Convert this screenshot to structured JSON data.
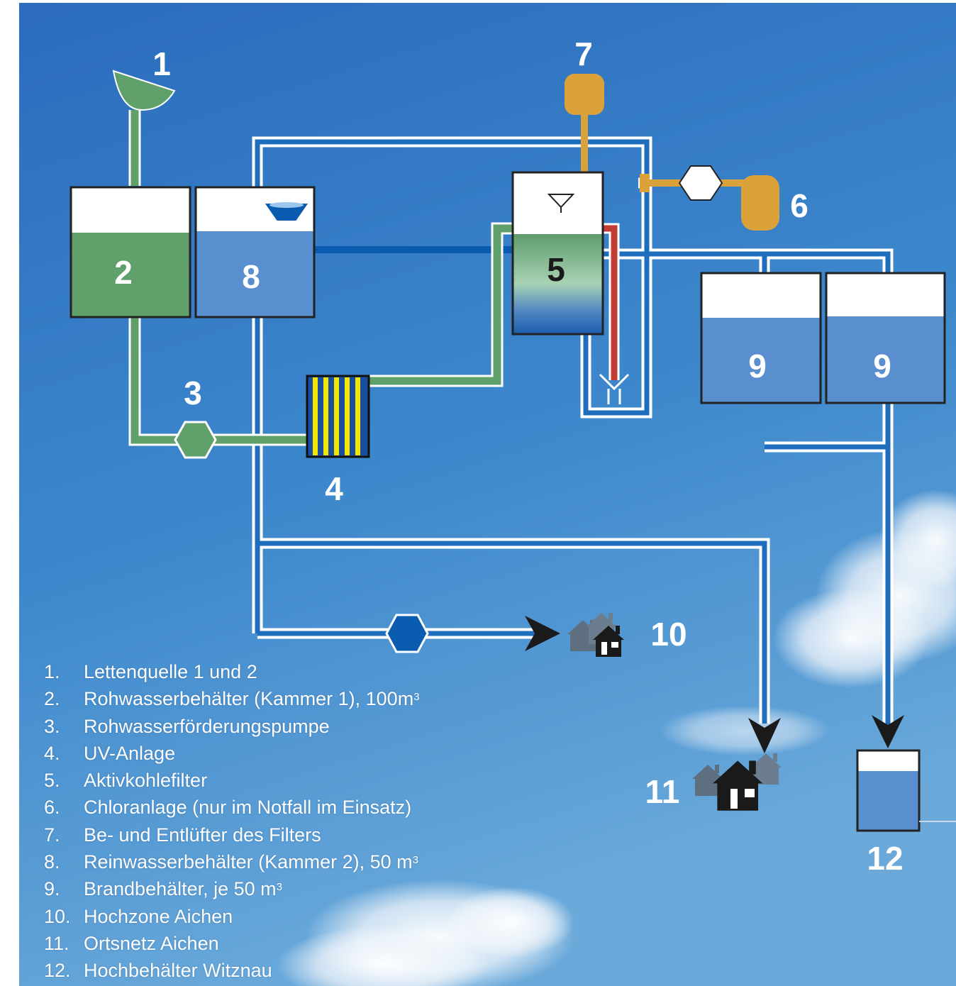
{
  "labels": {
    "n1": "1",
    "n2": "2",
    "n3": "3",
    "n4": "4",
    "n5": "5",
    "n6": "6",
    "n7": "7",
    "n8": "8",
    "n9a": "9",
    "n9b": "9",
    "n10": "10",
    "n11": "11",
    "n12": "12"
  },
  "legend": [
    {
      "num": "1.",
      "text": "Lettenquelle 1 und 2",
      "sup": ""
    },
    {
      "num": "2.",
      "text": "Rohwasserbehälter (Kammer 1), 100m",
      "sup": "3"
    },
    {
      "num": "3.",
      "text": "Rohwasserförderungspumpe",
      "sup": ""
    },
    {
      "num": "4.",
      "text": "UV-Anlage",
      "sup": ""
    },
    {
      "num": "5.",
      "text": "Aktivkohlefilter",
      "sup": ""
    },
    {
      "num": "6.",
      "text": "Chloranlage (nur im Notfall im Einsatz)",
      "sup": ""
    },
    {
      "num": "7.",
      "text": "Be- und Entlüfter des Filters",
      "sup": ""
    },
    {
      "num": "8.",
      "text": "Reinwasserbehälter (Kammer 2), 50 m",
      "sup": "3"
    },
    {
      "num": "9.",
      "text": "Brandbehälter, je 50 m",
      "sup": "3"
    },
    {
      "num": "10.",
      "text": "Hochzone Aichen",
      "sup": ""
    },
    {
      "num": "11.",
      "text": "Ortsnetz Aichen",
      "sup": ""
    },
    {
      "num": "12.",
      "text": "Hochbehälter Witznau",
      "sup": ""
    }
  ],
  "colors": {
    "sky_top": "#2f72bf",
    "sky_bottom": "#5fa3d8",
    "raw_water": "#5fa06b",
    "clean_water": "#5a8fcf",
    "pipe_dark": "#0a5cb0",
    "chlorine": "#dca23a",
    "filter_hot": "#c23b35",
    "uv_yellow": "#f0e600"
  },
  "icons": [
    "spring-basin-icon",
    "pump-icon",
    "uv-filter-icon",
    "house-group-icon",
    "arrow-head-icon",
    "funnel-icon"
  ]
}
